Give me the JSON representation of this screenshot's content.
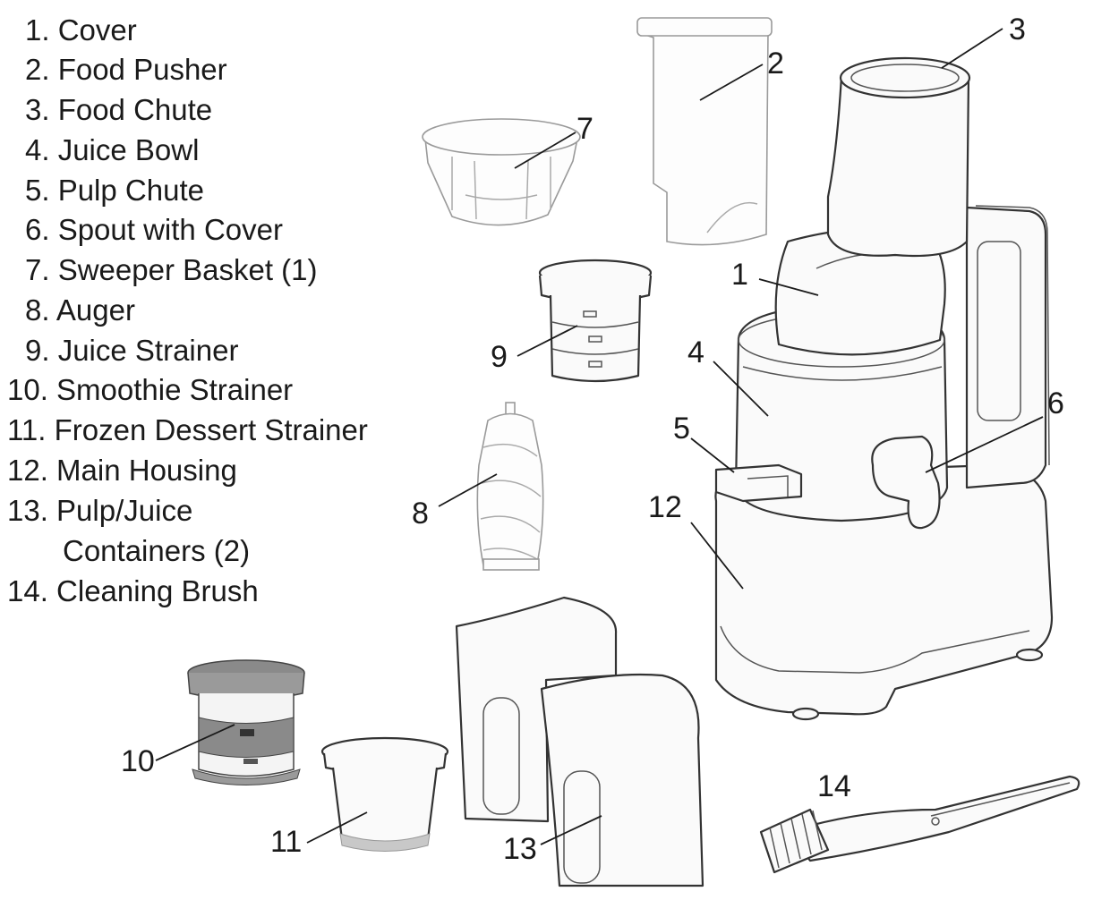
{
  "parts_list": [
    "1.  Cover",
    "2. Food Pusher",
    "3. Food Chute",
    "4. Juice Bowl",
    "5. Pulp Chute",
    "6. Spout with Cover",
    "7. Sweeper Basket (1)",
    "8.  Auger",
    "9. Juice Strainer",
    "10. Smoothie Strainer",
    "11. Frozen Dessert Strainer",
    "12. Main Housing",
    "13.  Pulp/Juice",
    "Containers (2)",
    "14. Cleaning Brush"
  ],
  "callouts": {
    "c1": "1",
    "c2": "2",
    "c3": "3",
    "c4": "4",
    "c5": "5",
    "c6": "6",
    "c7": "7",
    "c8": "8",
    "c9": "9",
    "c10": "10",
    "c11": "11",
    "c12": "12",
    "c13": "13",
    "c14": "14"
  },
  "colors": {
    "outline": "#333333",
    "strainer_band": "#8a8a8a",
    "dessert_base": "#c8c8c8"
  }
}
